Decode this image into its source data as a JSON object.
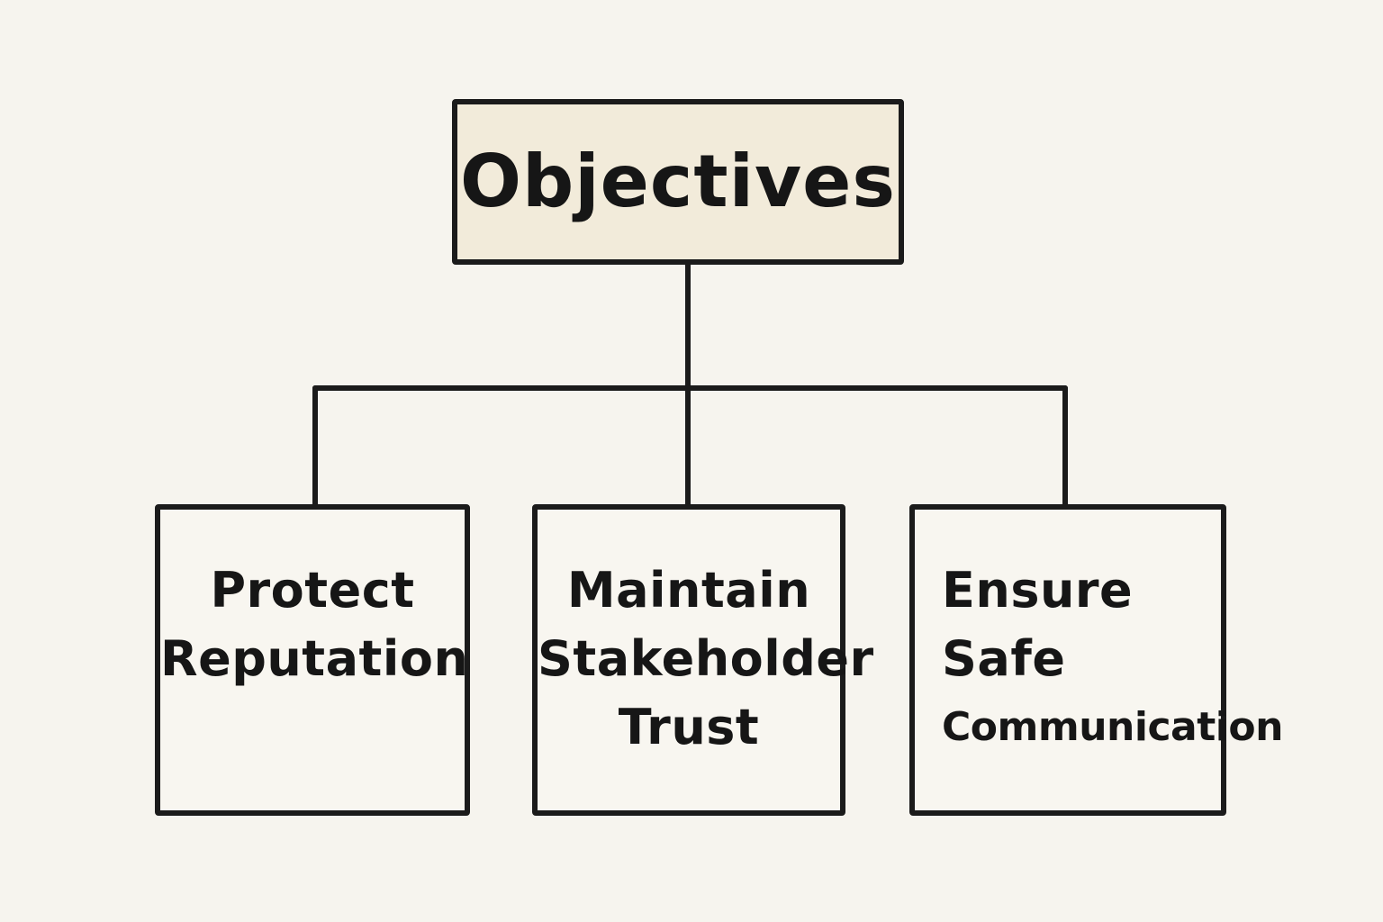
{
  "diagram": {
    "colors": {
      "background": "#f6f4ee",
      "root_fill": "#f2ebda",
      "child_fill": "#f8f6f0",
      "stroke": "#1b1b1b",
      "text": "#161616"
    },
    "root": {
      "label": "Objectives"
    },
    "children": [
      {
        "lines": [
          "Protect",
          "Reputation"
        ]
      },
      {
        "lines": [
          "Maintain",
          "Stakeholder",
          "Trust"
        ]
      },
      {
        "lines": [
          "Ensure",
          "Safe",
          "Communication"
        ]
      }
    ]
  }
}
